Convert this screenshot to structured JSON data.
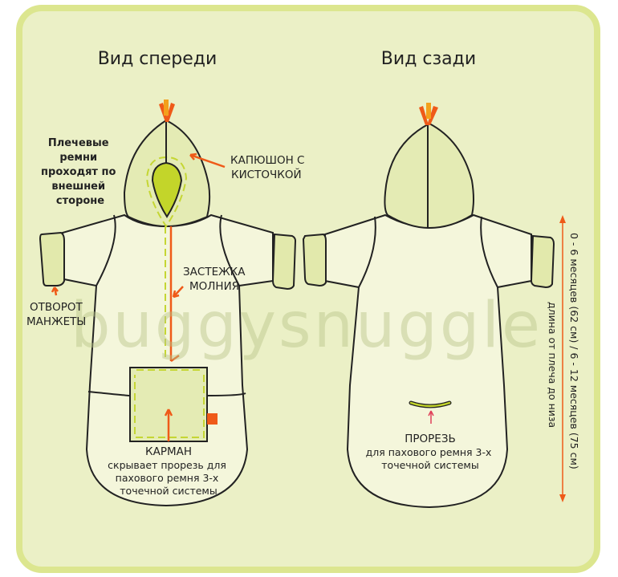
{
  "front": {
    "title": "Вид спереди",
    "straps_note": [
      "Плечевые",
      "ремни",
      "проходят по",
      "внешней",
      "стороне"
    ],
    "hood_label": [
      "КАПЮШОН С",
      "КИСТОЧКОЙ"
    ],
    "zipper_label": [
      "ЗАСТЕЖКА",
      "МОЛНИЯ"
    ],
    "cuff_label": [
      "ОТВОРОТ",
      "МАНЖЕТЫ"
    ],
    "pocket_label": "КАРМАН",
    "pocket_desc": [
      "скрывает прорезь для",
      "пахового ремня 3-х",
      "точечной системы"
    ]
  },
  "back": {
    "title": "Вид сзади",
    "slit_label": "ПРОРЕЗЬ",
    "slit_desc": [
      "для пахового ремня 3-х",
      "точечной системы"
    ]
  },
  "dimension": {
    "sizes": "0 - 6 месяцев (62 см) / 6 - 12 месяцев (75 см)",
    "caption": "длина от плеча до низа"
  },
  "watermark": "buggysnuggle",
  "colors": {
    "accent": "#ef5a18",
    "background": "#ebf0c6",
    "frame": "#dce68f",
    "trim": "#c5d633"
  }
}
